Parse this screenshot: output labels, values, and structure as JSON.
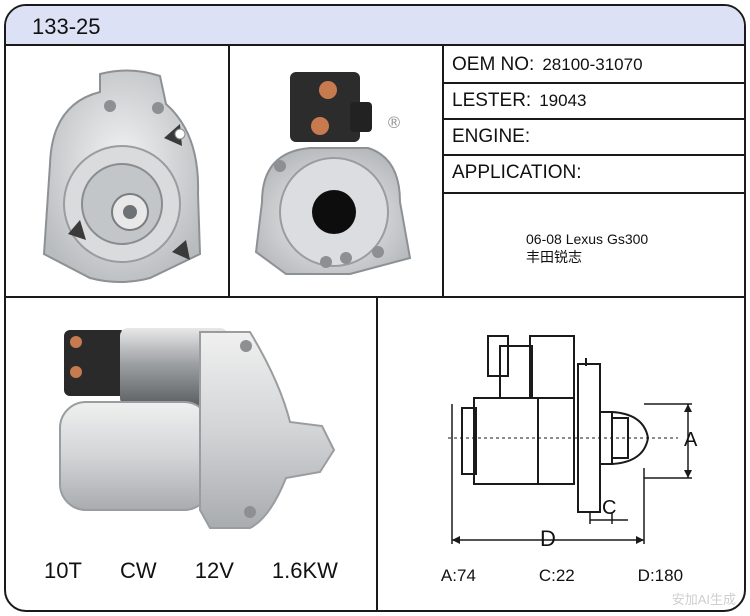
{
  "header": {
    "part_number": "133-25",
    "background": "#dde1f6"
  },
  "specs": {
    "oem": {
      "label": "OEM NO:",
      "value": "28100-31070"
    },
    "lester": {
      "label": "LESTER:",
      "value": "19043"
    },
    "engine": {
      "label": "ENGINE:",
      "value": ""
    },
    "application": {
      "label": "APPLICATION:",
      "value": ""
    }
  },
  "application_text": {
    "line1": "06-08 Lexus Gs300",
    "line2": "丰田锐志"
  },
  "features": {
    "teeth": "10T",
    "rotation": "CW",
    "voltage": "12V",
    "power": "1.6KW"
  },
  "drawing": {
    "label_a": "A",
    "label_c": "C",
    "label_d": "D",
    "dim_a": "A:74",
    "dim_c": "C:22",
    "dim_d": "D:180"
  },
  "photos": {
    "front_view": "starter-front-view",
    "rear_view": "starter-rear-view",
    "side_view": "starter-side-view",
    "registered_mark": "®"
  },
  "watermark": "安加AI生成"
}
